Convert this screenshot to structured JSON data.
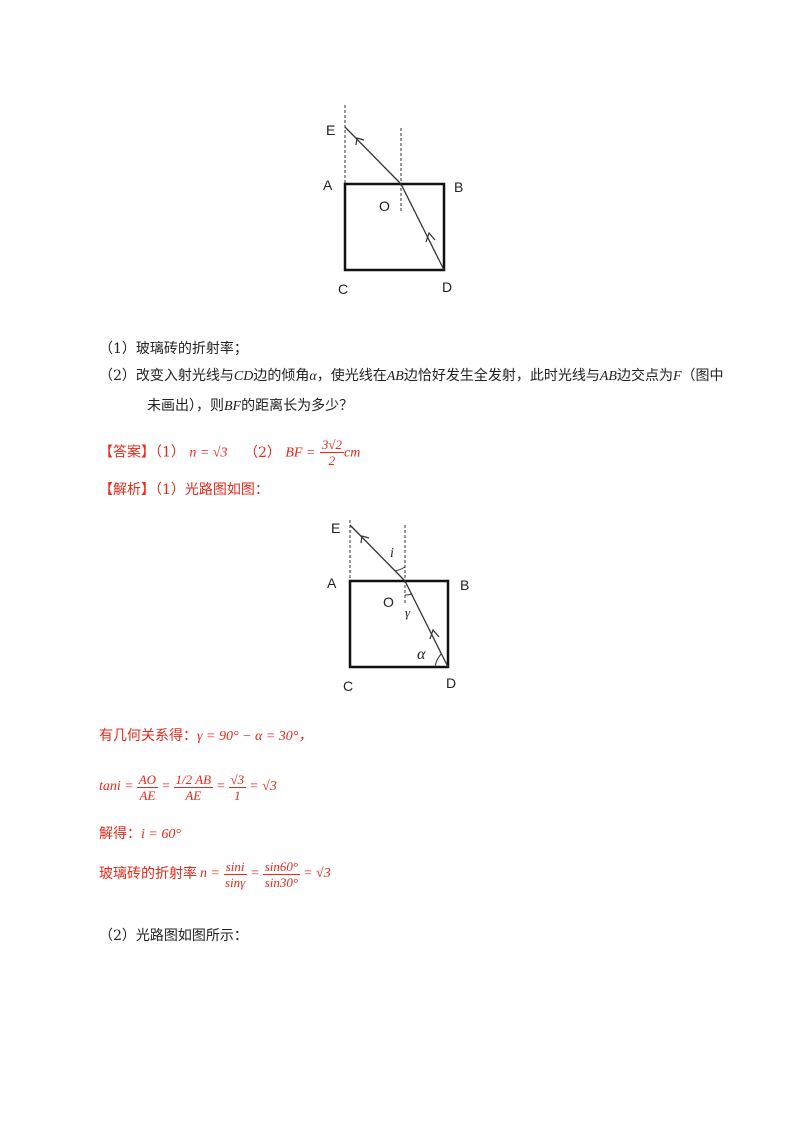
{
  "figure1": {
    "labels": {
      "E": "E",
      "A": "A",
      "B": "B",
      "O": "O",
      "C": "C",
      "D": "D"
    }
  },
  "figure2": {
    "labels": {
      "E": "E",
      "A": "A",
      "B": "B",
      "O": "O",
      "C": "C",
      "D": "D",
      "i": "i",
      "gamma": "γ",
      "alpha": "α"
    }
  },
  "question": {
    "q1": "（1）玻璃砖的折射率；",
    "q2_part1": "（2）改变入射光线与",
    "q2_cd": "CD",
    "q2_part2": "边的倾角",
    "q2_alpha": "α",
    "q2_part3": "，使光线在",
    "q2_ab1": "AB",
    "q2_part4": "边恰好发生全发射，此时光线与",
    "q2_ab2": "AB",
    "q2_part5": "边交点为",
    "q2_f": "F",
    "q2_part6": "（图中",
    "q2_line2_a": "未画出），则",
    "q2_bf": "BF",
    "q2_line2_b": "的距离长为多少？"
  },
  "answer": {
    "label": "【答案】（1）",
    "a1": "n = √3",
    "sep": "（2）",
    "a2_lhs": "BF =",
    "a2_num": "3√2",
    "a2_den": "2",
    "a2_unit": "cm"
  },
  "analysis": {
    "label": "【解析】（1）光路图如图：",
    "geo_text": "有几何关系得：",
    "geo_formula": "γ = 90° − α = 30°，",
    "tan_lhs": "tani =",
    "tan_f1_num": "AO",
    "tan_f1_den": "AE",
    "tan_f2_num_half": "1/2 AB",
    "tan_f2_den": "AE",
    "tan_f3_num": "√3",
    "tan_f3_den": "1",
    "tan_result": "= √3",
    "solve_text": "解得：",
    "solve_formula": "i = 60°",
    "n_text": "玻璃砖的折射率",
    "n_lhs": "n =",
    "n_f1_num": "sini",
    "n_f1_den": "sinγ",
    "n_f2_num": "sin60°",
    "n_f2_den": "sin30°",
    "n_result": "= √3",
    "part2": "（2）光路图如图所示："
  }
}
